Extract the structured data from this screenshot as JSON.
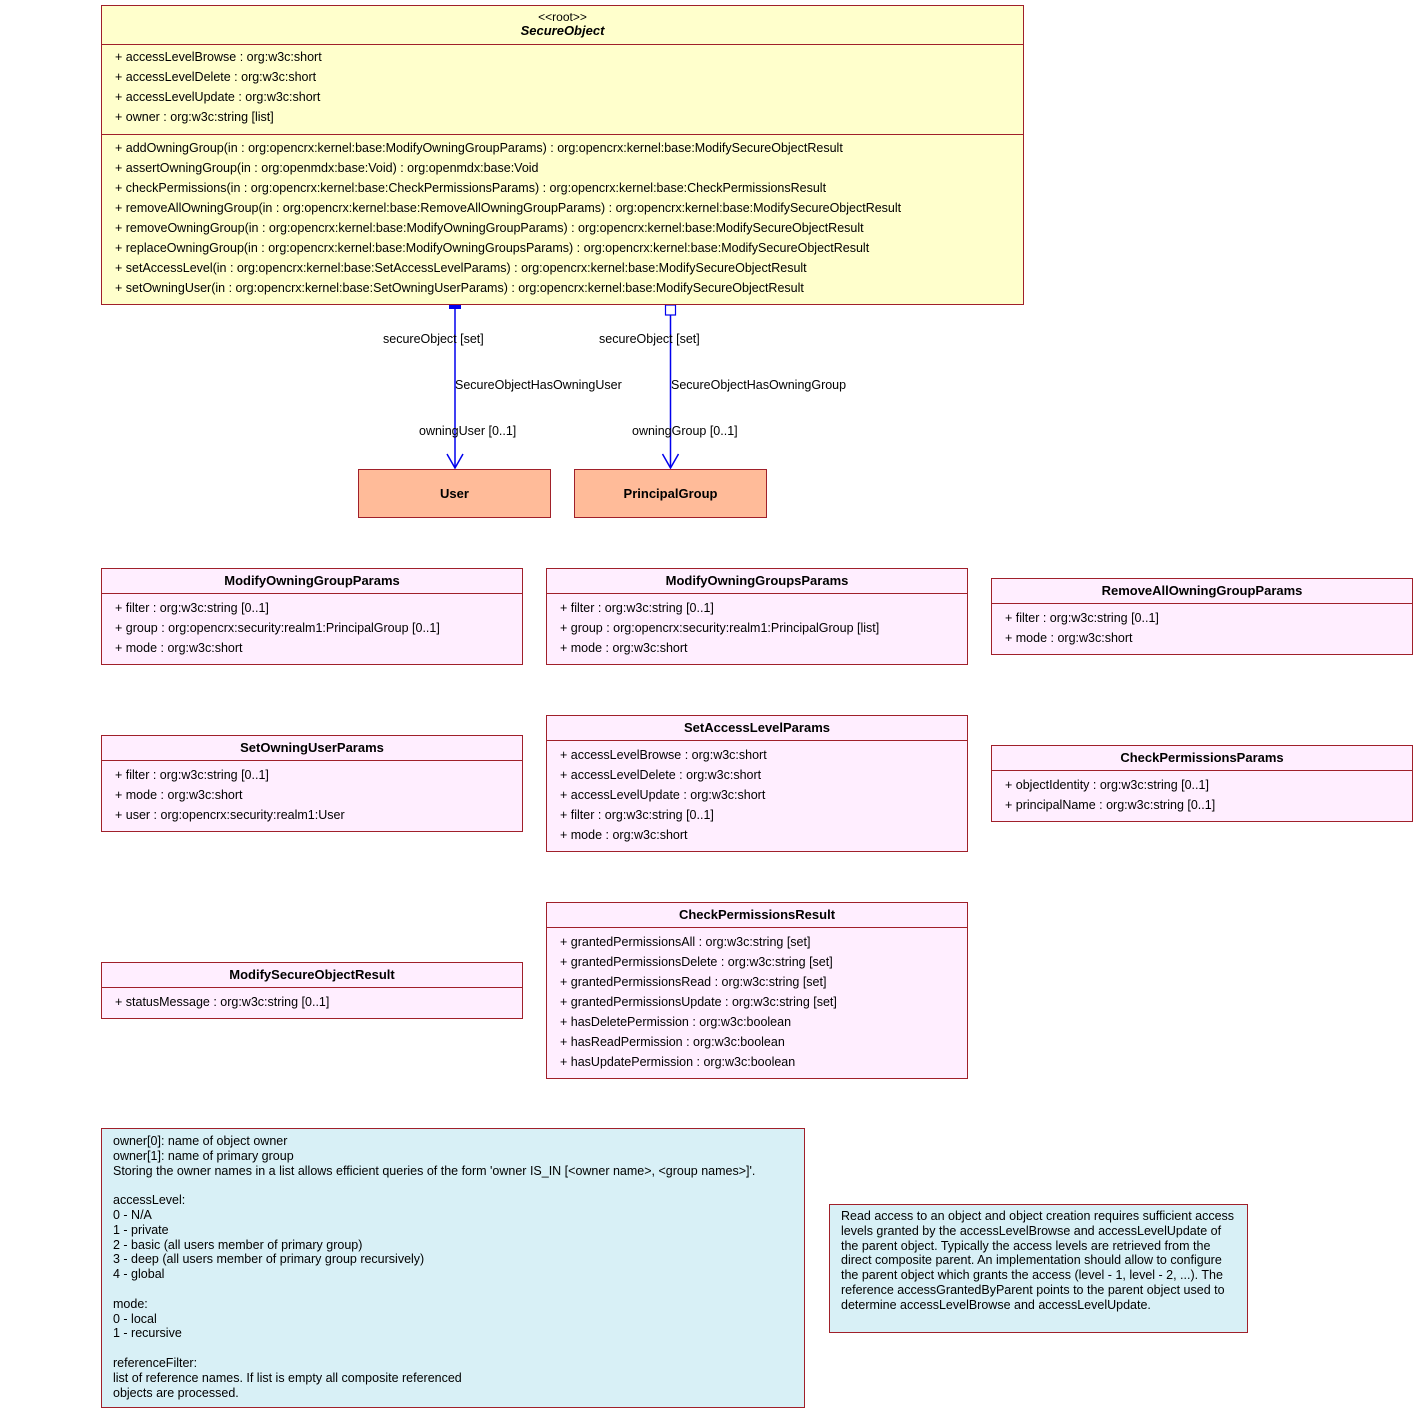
{
  "secure_object": {
    "stereotype": "<<root>>",
    "name": "SecureObject",
    "attributes": [
      "+ accessLevelBrowse : org:w3c:short",
      "+ accessLevelDelete : org:w3c:short",
      "+ accessLevelUpdate : org:w3c:short",
      "+ owner : org:w3c:string [list]"
    ],
    "operations": [
      "+ addOwningGroup(in : org:opencrx:kernel:base:ModifyOwningGroupParams) : org:opencrx:kernel:base:ModifySecureObjectResult",
      "+ assertOwningGroup(in : org:openmdx:base:Void) : org:openmdx:base:Void",
      "+ checkPermissions(in : org:opencrx:kernel:base:CheckPermissionsParams) : org:opencrx:kernel:base:CheckPermissionsResult",
      "+ removeAllOwningGroup(in : org:opencrx:kernel:base:RemoveAllOwningGroupParams) : org:opencrx:kernel:base:ModifySecureObjectResult",
      "+ removeOwningGroup(in : org:opencrx:kernel:base:ModifyOwningGroupParams) : org:opencrx:kernel:base:ModifySecureObjectResult",
      "+ replaceOwningGroup(in : org:opencrx:kernel:base:ModifyOwningGroupsParams) : org:opencrx:kernel:base:ModifySecureObjectResult",
      "+ setAccessLevel(in : org:opencrx:kernel:base:SetAccessLevelParams) : org:opencrx:kernel:base:ModifySecureObjectResult",
      "+ setOwningUser(in : org:opencrx:kernel:base:SetOwningUserParams) : org:opencrx:kernel:base:ModifySecureObjectResult"
    ]
  },
  "associations": {
    "user": {
      "source_role": "secureObject [set]",
      "name": "SecureObjectHasOwningUser",
      "target_role": "owningUser [0..1]"
    },
    "group": {
      "source_role": "secureObject [set]",
      "name": "SecureObjectHasOwningGroup",
      "target_role": "owningGroup [0..1]"
    }
  },
  "targets": {
    "user": "User",
    "principal_group": "PrincipalGroup"
  },
  "classes": {
    "modify_owning_group_params": {
      "name": "ModifyOwningGroupParams",
      "attributes": [
        "+ filter : org:w3c:string [0..1]",
        "+ group : org:opencrx:security:realm1:PrincipalGroup [0..1]",
        "+ mode : org:w3c:short"
      ]
    },
    "modify_owning_groups_params": {
      "name": "ModifyOwningGroupsParams",
      "attributes": [
        "+ filter : org:w3c:string [0..1]",
        "+ group : org:opencrx:security:realm1:PrincipalGroup [list]",
        "+ mode : org:w3c:short"
      ]
    },
    "remove_all_owning_group_params": {
      "name": "RemoveAllOwningGroupParams",
      "attributes": [
        "+ filter : org:w3c:string [0..1]",
        "+ mode : org:w3c:short"
      ]
    },
    "set_owning_user_params": {
      "name": "SetOwningUserParams",
      "attributes": [
        "+ filter : org:w3c:string [0..1]",
        "+ mode : org:w3c:short",
        "+ user : org:opencrx:security:realm1:User"
      ]
    },
    "set_access_level_params": {
      "name": "SetAccessLevelParams",
      "attributes": [
        "+ accessLevelBrowse : org:w3c:short",
        "+ accessLevelDelete : org:w3c:short",
        "+ accessLevelUpdate : org:w3c:short",
        "+ filter : org:w3c:string [0..1]",
        "+ mode : org:w3c:short"
      ]
    },
    "check_permissions_params": {
      "name": "CheckPermissionsParams",
      "attributes": [
        "+ objectIdentity : org:w3c:string [0..1]",
        "+ principalName : org:w3c:string [0..1]"
      ]
    },
    "check_permissions_result": {
      "name": "CheckPermissionsResult",
      "attributes": [
        "+ grantedPermissionsAll : org:w3c:string [set]",
        "+ grantedPermissionsDelete : org:w3c:string [set]",
        "+ grantedPermissionsRead : org:w3c:string [set]",
        "+ grantedPermissionsUpdate : org:w3c:string [set]",
        "+ hasDeletePermission : org:w3c:boolean",
        "+ hasReadPermission : org:w3c:boolean",
        "+ hasUpdatePermission : org:w3c:boolean"
      ]
    },
    "modify_secure_object_result": {
      "name": "ModifySecureObjectResult",
      "attributes": [
        "+ statusMessage : org:w3c:string [0..1]"
      ]
    }
  },
  "notes": {
    "owner_note": "owner[0]: name of object owner\nowner[1]: name of primary group\nStoring the owner names in a list allows efficient queries of the form 'owner IS_IN [<owner name>, <group names>]'.\n\naccessLevel:\n0 - N/A\n1 - private\n2 - basic (all users member of primary group)\n3 - deep (all users member of primary group recursively)\n4 - global\n\nmode:\n0 - local\n1 - recursive\n\nreferenceFilter:\nlist of reference names. If list is empty all composite referenced\nobjects are processed.",
    "read_access_note": "Read access to an object and object creation requires sufficient access levels granted by the accessLevelBrowse and accessLevelUpdate of the parent object. Typically the access levels are retrieved from the direct composite parent. An implementation should allow to configure the parent object which grants the access (level - 1, level - 2, ...). The reference accessGrantedByParent points to the parent object used to determine accessLevelBrowse and accessLevelUpdate."
  },
  "colors": {
    "border": "#a0202a",
    "root_fill": "#ffffcc",
    "target_fill": "#ffbb99",
    "struct_fill": "#ffeeff",
    "note_fill": "#d8f0f6",
    "association_line": "#0000ee"
  }
}
